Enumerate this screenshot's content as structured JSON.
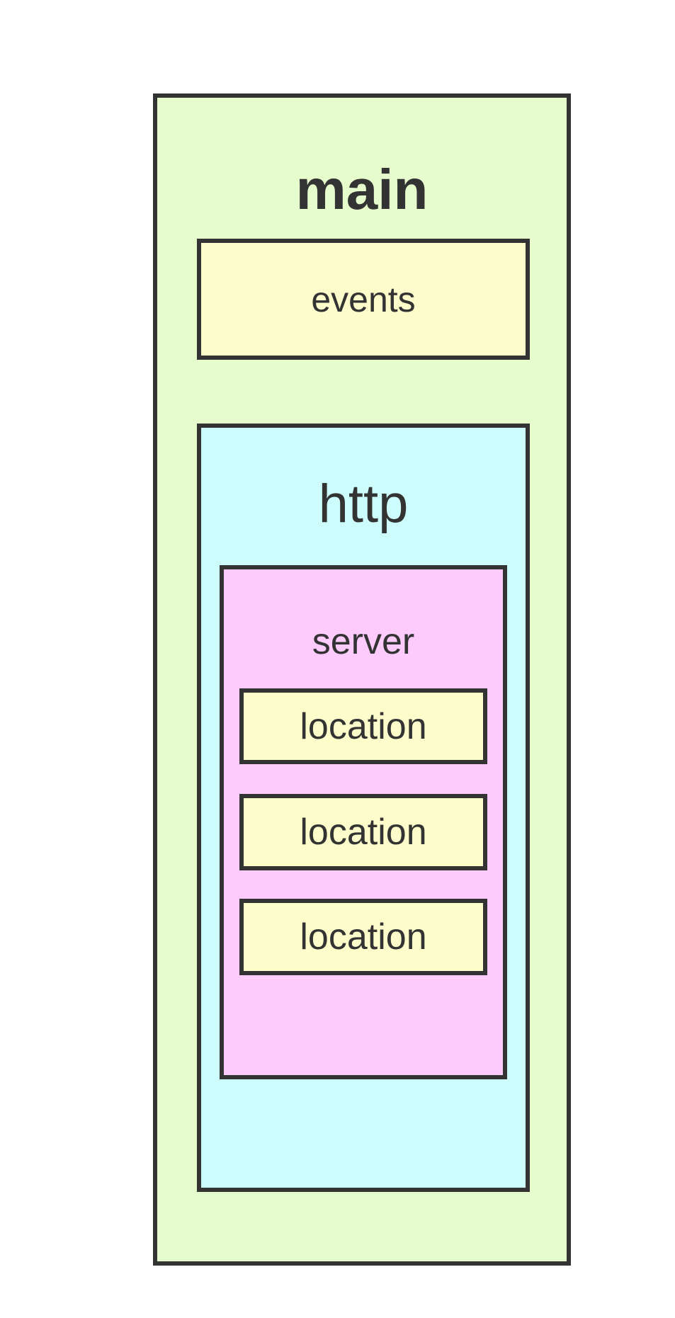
{
  "diagram": {
    "main": {
      "label": "main",
      "color": "#e6fccc"
    },
    "events": {
      "label": "events",
      "color": "#fdfdcc"
    },
    "http": {
      "label": "http",
      "color": "#ccfcfc"
    },
    "server": {
      "label": "server",
      "color": "#fdccfc"
    },
    "locations": [
      {
        "label": "location",
        "color": "#fdfdcc"
      },
      {
        "label": "location",
        "color": "#fdfdcc"
      },
      {
        "label": "location",
        "color": "#fdfdcc"
      }
    ],
    "border_color": "#333333"
  }
}
